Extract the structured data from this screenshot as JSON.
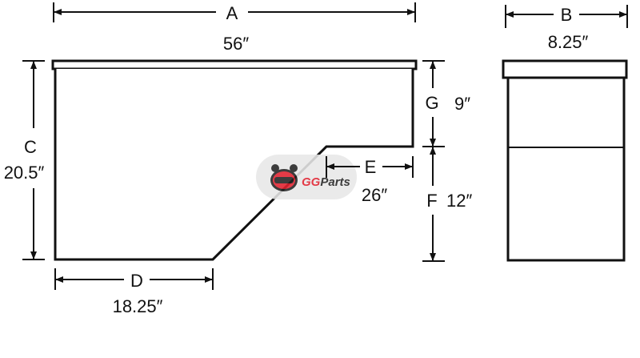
{
  "dimensions": {
    "A": {
      "letter": "A",
      "value": "56″"
    },
    "B": {
      "letter": "B",
      "value": "8.25″"
    },
    "C": {
      "letter": "C",
      "value": "20.5″"
    },
    "D": {
      "letter": "D",
      "value": "18.25″"
    },
    "E": {
      "letter": "E",
      "value": "26″"
    },
    "F": {
      "letter": "F",
      "value": "12″"
    },
    "G": {
      "letter": "G",
      "value": "9″"
    }
  },
  "watermark": {
    "brand": "GGParts",
    "colors": {
      "red": "#e0202e",
      "dark": "#222222"
    }
  }
}
